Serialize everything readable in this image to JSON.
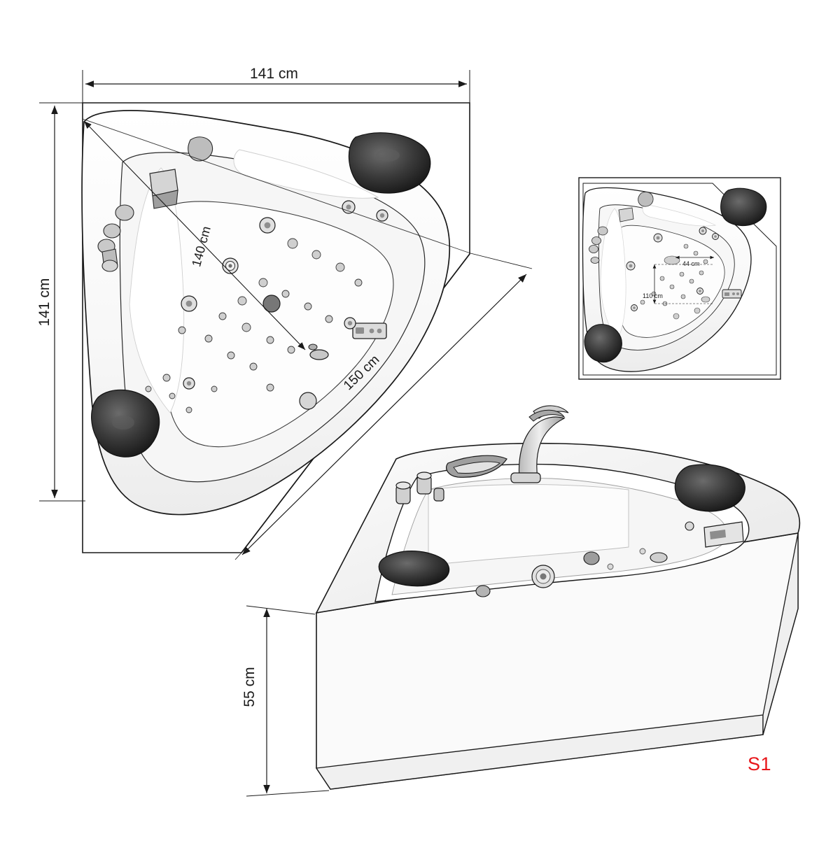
{
  "drawing": {
    "title": "Corner whirlpool bathtub technical drawing",
    "model_code": "S1",
    "views": [
      {
        "name": "top-view-main",
        "description": "Large top view of corner bathtub with jets, headrests and control panel"
      },
      {
        "name": "top-view-thumbnail",
        "description": "Small top view of corner bathtub with interior basin dimensions"
      },
      {
        "name": "perspective-view",
        "description": "Perspective view of corner bathtub with faucet and shower handset"
      }
    ],
    "dimensions": {
      "top_width": "141 cm",
      "left_height": "141 cm",
      "diagonal_inner": "140 cm",
      "diagonal_outer": "150 cm",
      "side_height": "55 cm",
      "basin_inner_width": "110 cm",
      "basin_inner_depth": "44 cm"
    },
    "colors": {
      "outline": "#1a1a1a",
      "tub_fill": "#f2f2f2",
      "shade": "#e2e2e2",
      "accent_dark": "#2b2b2b",
      "model_code": "#e8161a",
      "background": "#ffffff"
    }
  }
}
